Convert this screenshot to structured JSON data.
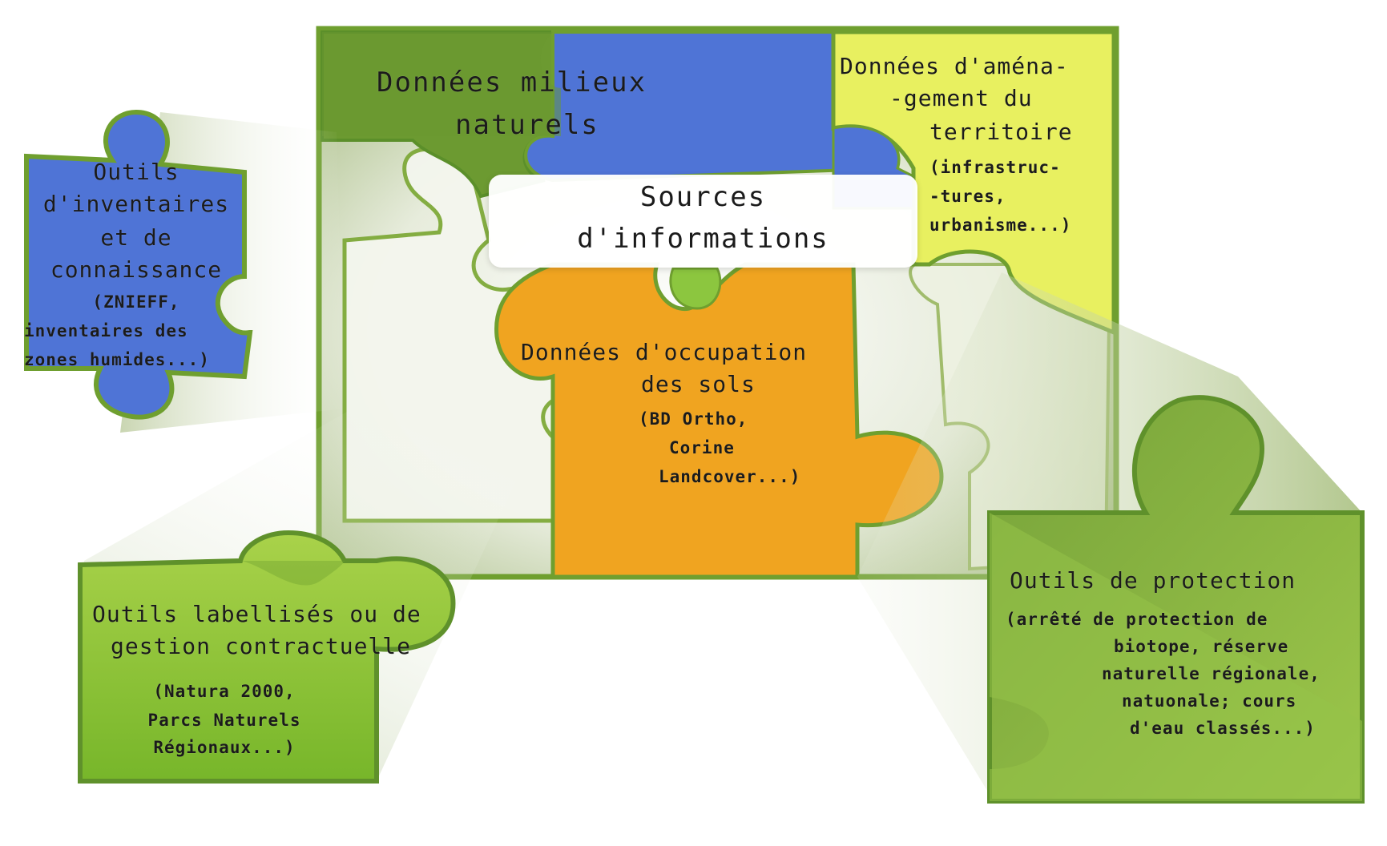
{
  "colors": {
    "frame_green": "#6f9f2f",
    "dark_green": "#5b8f2a",
    "light_green": "#8cc63f",
    "blue": "#4f74d6",
    "yellow": "#e8f060",
    "orange": "#f0a420",
    "shadow_gray": "#d6dcc8"
  },
  "sources": {
    "line1": "Sources",
    "line2": "d'informations"
  },
  "milieux": {
    "line1": "Données milieux",
    "line2": "naturels"
  },
  "amenagement": {
    "line1": "Données d'aména-",
    "line2": "-gement du",
    "line3": "territoire",
    "detail1": "(infrastruc-",
    "detail2": "-tures,",
    "detail3": "urbanisme...)"
  },
  "inventaires": {
    "line1": "Outils",
    "line2": "d'inventaires",
    "line3": "et de",
    "line4": "connaissance",
    "detail1": "(ZNIEFF,",
    "detail2": "inventaires des",
    "detail3": "zones humides...)"
  },
  "occupation": {
    "line1": "Données d'occupation",
    "line2": "des sols",
    "detail1": "(BD Ortho,",
    "detail2": "Corine",
    "detail3": "Landcover...)"
  },
  "labellises": {
    "line1": "Outils labellisés ou de",
    "line2": "gestion contractuelle",
    "detail1": "(Natura 2000,",
    "detail2": "Parcs Naturels",
    "detail3": "Régionaux...)"
  },
  "protection": {
    "line1": "Outils de protection",
    "detail1": "(arrêté de protection de",
    "detail2": "biotope, réserve",
    "detail3": "naturelle régionale,",
    "detail4": "natuonale; cours",
    "detail5": "d'eau classés...)"
  }
}
